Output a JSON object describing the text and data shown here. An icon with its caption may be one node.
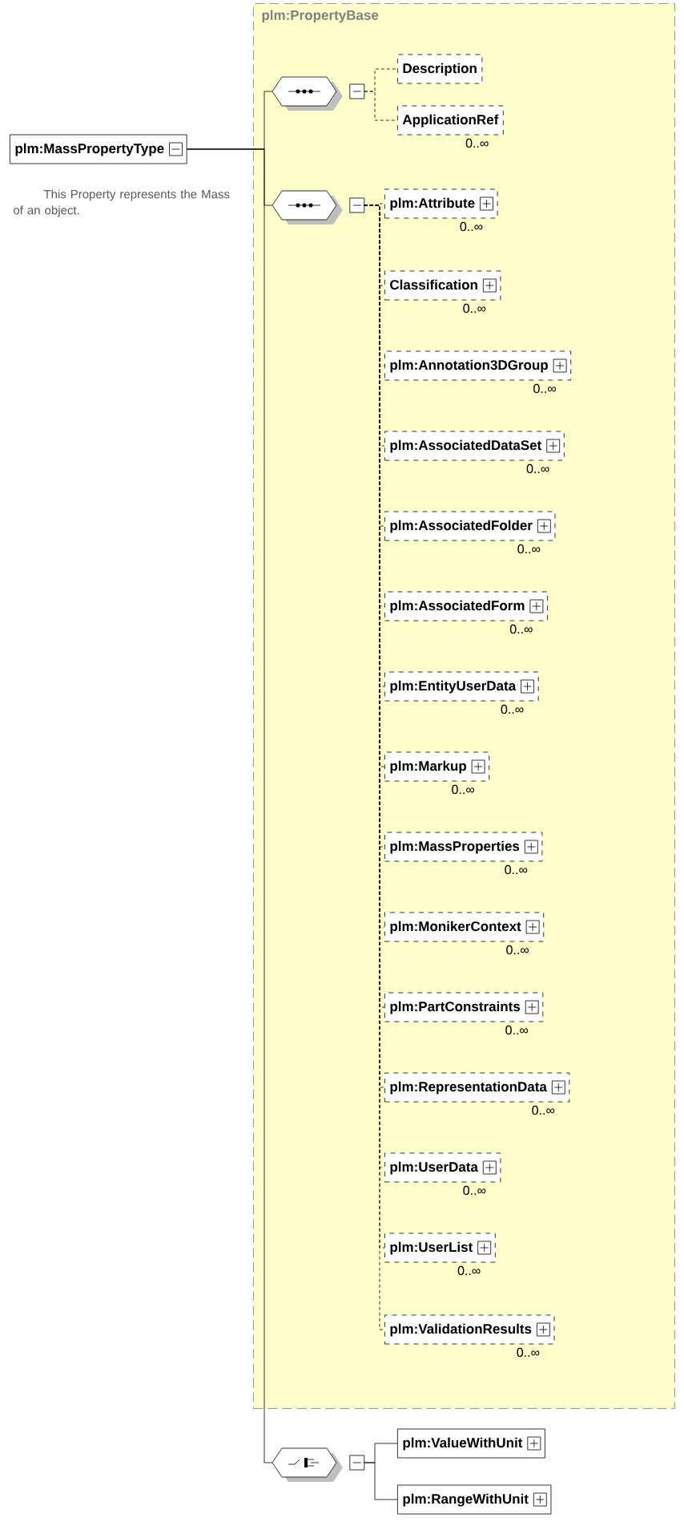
{
  "diagram": {
    "nodes": [
      {
        "text": [
          "plm:MassPropertyType"
        ],
        "beside": [
          "This Property represents the Mass of an object."
        ]
      },
      {
        "text": [
          "plm:PropertyBase"
        ]
      },
      {
        "text": [],
        "shape": "hexagon",
        "in": 1
      },
      {
        "text": [
          "Description"
        ],
        "in": 1
      },
      {
        "text": [
          "ApplicationRef"
        ],
        "beside": [
          "0..∞"
        ],
        "in": 1
      },
      {
        "text": [],
        "shape": "hexagon",
        "in": 1
      },
      {
        "text": [
          "plm:Attribute"
        ],
        "beside": [
          "0..∞"
        ],
        "in": 1
      },
      {
        "text": [
          "Classification"
        ],
        "beside": [
          "0..∞"
        ],
        "in": 1
      },
      {
        "text": [
          "plm:Annotation3DGroup"
        ],
        "beside": [
          "0..∞"
        ],
        "in": 1
      },
      {
        "text": [
          "plm:AssociatedDataSet"
        ],
        "beside": [
          "0..∞"
        ],
        "in": 1
      },
      {
        "text": [
          "plm:AssociatedFolder"
        ],
        "beside": [
          "0..∞"
        ],
        "in": 1
      },
      {
        "text": [
          "plm:AssociatedForm"
        ],
        "beside": [
          "0..∞"
        ],
        "in": 1
      },
      {
        "text": [
          "plm:EntityUserData"
        ],
        "beside": [
          "0..∞"
        ],
        "in": 1
      },
      {
        "text": [
          "plm:Markup"
        ],
        "beside": [
          "0..∞"
        ],
        "in": 1
      },
      {
        "text": [
          "plm:MassProperties"
        ],
        "beside": [
          "0..∞"
        ],
        "in": 1
      },
      {
        "text": [
          "plm:MonikerContext"
        ],
        "beside": [
          "0..∞"
        ],
        "in": 1
      },
      {
        "text": [
          "plm:PartConstraints"
        ],
        "beside": [
          "0..∞"
        ],
        "in": 1
      },
      {
        "text": [
          "plm:RepresentationData"
        ],
        "beside": [
          "0..∞"
        ],
        "in": 1
      },
      {
        "text": [
          "plm:UserData"
        ],
        "beside": [
          "0..∞"
        ],
        "in": 1
      },
      {
        "text": [
          "plm:UserList"
        ],
        "beside": [
          "0..∞"
        ],
        "in": 1
      },
      {
        "text": [
          "plm:ValidationResults"
        ],
        "beside": [
          "0..∞"
        ],
        "in": 1
      },
      {
        "text": [],
        "shape": "hexagon"
      },
      {
        "text": [
          "plm:ValueWithUnit"
        ]
      },
      {
        "text": [
          "plm:RangeWithUnit"
        ]
      }
    ],
    "edges": [
      {
        "from": 0,
        "to": 2,
        "arrow": "none"
      },
      {
        "from": 0,
        "to": 5,
        "arrow": "none"
      },
      {
        "from": 0,
        "to": 21,
        "arrow": "none"
      },
      {
        "from": 2,
        "to": 3,
        "arrow": "none",
        "style": "dashed"
      },
      {
        "from": 2,
        "to": 4,
        "arrow": "none",
        "style": "dashed"
      },
      {
        "from": 5,
        "to": 6,
        "arrow": "none",
        "style": "dashed"
      },
      {
        "from": 5,
        "to": 7,
        "arrow": "none",
        "style": "dashed"
      },
      {
        "from": 5,
        "to": 8,
        "arrow": "none",
        "style": "dashed"
      },
      {
        "from": 5,
        "to": 9,
        "arrow": "none",
        "style": "dashed"
      },
      {
        "from": 5,
        "to": 10,
        "arrow": "none",
        "style": "dashed"
      },
      {
        "from": 5,
        "to": 11,
        "arrow": "none",
        "style": "dashed"
      },
      {
        "from": 5,
        "to": 12,
        "arrow": "none",
        "style": "dashed"
      },
      {
        "from": 5,
        "to": 13,
        "arrow": "none",
        "style": "dashed"
      },
      {
        "from": 5,
        "to": 14,
        "arrow": "none",
        "style": "dashed"
      },
      {
        "from": 5,
        "to": 15,
        "arrow": "none",
        "style": "dashed"
      },
      {
        "from": 5,
        "to": 16,
        "arrow": "none",
        "style": "dashed"
      },
      {
        "from": 5,
        "to": 17,
        "arrow": "none",
        "style": "dashed"
      },
      {
        "from": 5,
        "to": 18,
        "arrow": "none",
        "style": "dashed"
      },
      {
        "from": 5,
        "to": 19,
        "arrow": "none",
        "style": "dashed"
      },
      {
        "from": 5,
        "to": 20,
        "arrow": "none",
        "style": "dashed"
      },
      {
        "from": 21,
        "to": 22,
        "arrow": "none"
      },
      {
        "from": 21,
        "to": 23,
        "arrow": "none"
      }
    ]
  }
}
